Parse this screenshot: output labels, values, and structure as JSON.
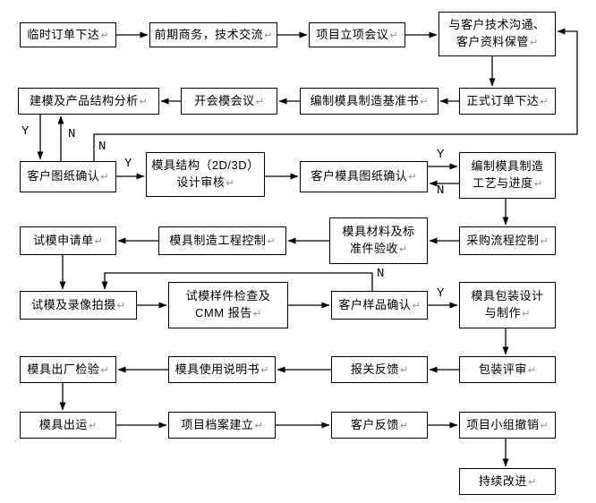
{
  "diagram": {
    "title": "Mold project workflow flowchart",
    "return_mark": "↵",
    "branch_labels": {
      "yes": "Y",
      "no": "N"
    },
    "nodes": {
      "temp_order": "临时订单下达",
      "pre_business": "前期商务，技术交流",
      "project_kickoff": "项目立项会议",
      "customer_comm": "与客户技术沟通、\n客户资料保管",
      "modeling": "建模及产品结构分析",
      "mold_meeting": "开会模会议",
      "mold_standard": "编制模具制造基准书",
      "formal_order": "正式订单下达",
      "drawing_confirm": "客户图纸确认",
      "structure_review": "模具结构（2D/3D）\n设计审核",
      "mold_drawing_confirm": "客户模具图纸确认",
      "process_schedule": "编制模具制造\n工艺与进度",
      "trial_request": "试模申请单",
      "mfg_control": "模具制造工程控制",
      "material_check": "模具材料及标\n准件验收",
      "purchase_control": "采购流程控制",
      "trial_record": "试模及录像拍摄",
      "sample_cmm": "试模样件检查及\nCMM 报告",
      "sample_confirm": "客户样品确认",
      "packaging_design": "模具包装设计\n与制作",
      "factory_inspect": "模具出厂检验",
      "manual": "模具使用说明书",
      "customs_feedback": "报关反馈",
      "packaging_review": "包装评审",
      "mold_ship": "模具出运",
      "project_archive": "项目档案建立",
      "customer_feedback": "客户反馈",
      "team_disband": "项目小组撤销",
      "continuous_improve": "持续改进"
    }
  }
}
